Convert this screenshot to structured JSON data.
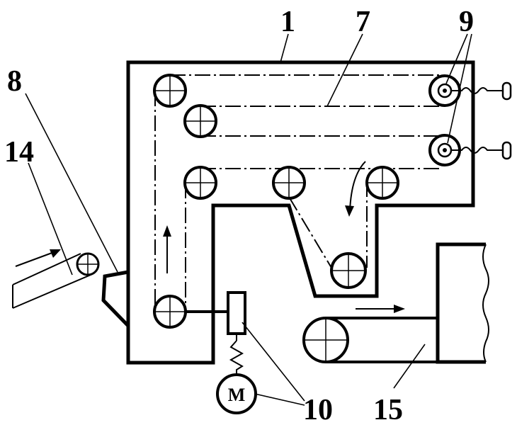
{
  "callouts": {
    "housing": "1",
    "chain": "7",
    "hopper": "8",
    "tensioners": "9",
    "drive": "10",
    "feed_conveyor": "14",
    "output_conveyor": "15"
  },
  "motor": {
    "letter": "M"
  }
}
